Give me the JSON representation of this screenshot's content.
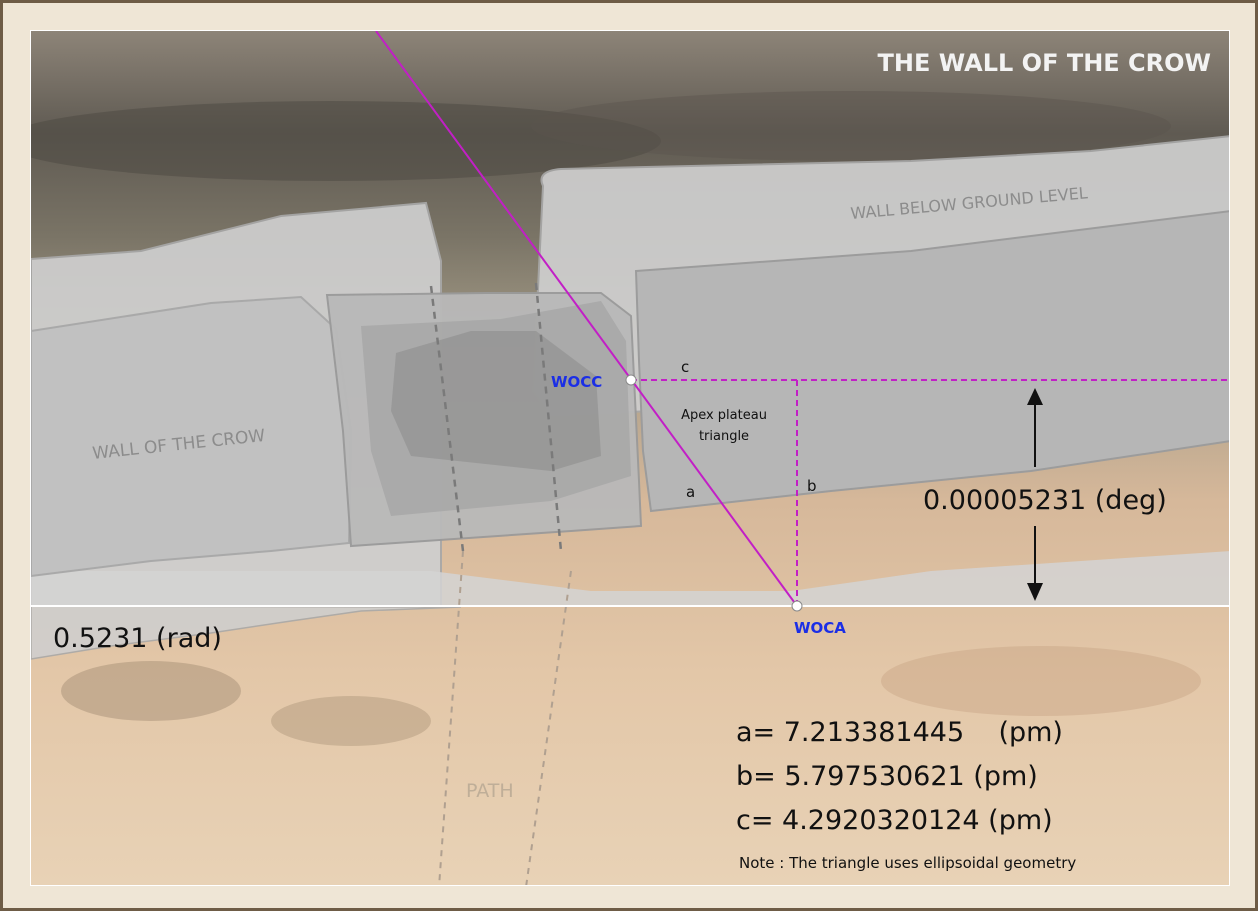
{
  "title": "THE WALL OF THE CROW",
  "labels": {
    "wall_below": "WALL BELOW GROUND LEVEL",
    "wall_of_crow": "WALL OF THE CROW",
    "path": "PATH",
    "apex_line1": "Apex plateau",
    "apex_line2": "triangle",
    "side_a": "a",
    "side_b": "b",
    "side_c": "c",
    "point_top": "WOCC",
    "point_bottom": "WOCA",
    "angle_deg": "0.00005231 (deg)",
    "angle_rad": "0.5231 (rad)"
  },
  "measurements": {
    "a": "a= 7.213381445    (pm)",
    "b": "b= 5.797530621 (pm)",
    "c": "c= 4.2920320124 (pm)",
    "note": "Note : The triangle uses ellipsoidal geometry"
  },
  "colors": {
    "magenta": "#c21fc6",
    "point_label": "#1b2ee6",
    "title": "#f3f3f3",
    "wall_label": "#8c8c8c"
  }
}
